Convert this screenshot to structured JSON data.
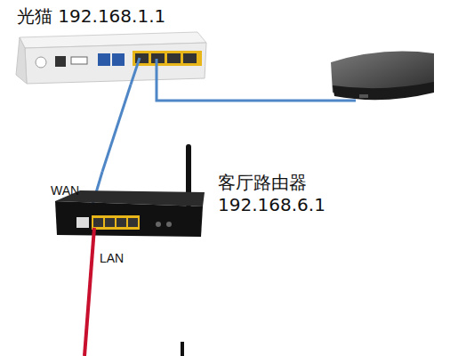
{
  "diagram": {
    "nodes": [
      {
        "text": [
          "光猫 192.168.1.1"
        ]
      },
      {
        "text": [
          "客厅路由器 192.168.6.1"
        ]
      }
    ],
    "edges": [
      {
        "from": 0,
        "to": 1,
        "arrow": "none"
      }
    ],
    "labels": [
      "WAN",
      "LAN"
    ]
  }
}
